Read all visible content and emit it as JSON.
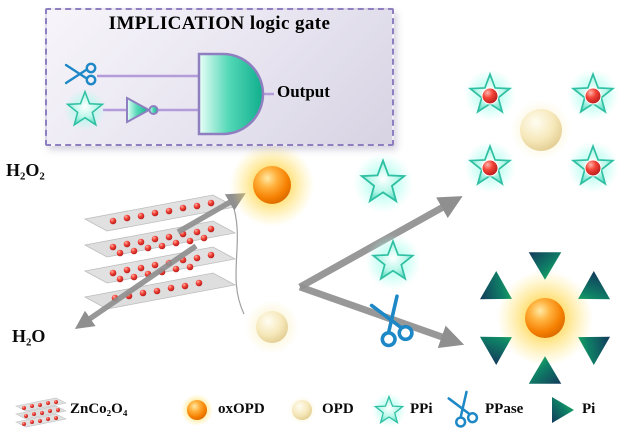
{
  "logic_box": {
    "title": "IMPLICATION logic gate",
    "output_label": "Output"
  },
  "labels": {
    "reactant": "H₂O₂",
    "product": "H₂O"
  },
  "legend": {
    "items": [
      {
        "id": "znco2o4",
        "icon": "nanosheet-stack-icon",
        "label": "ZnCo₂O₄"
      },
      {
        "id": "oxopd",
        "icon": "orange-glow-sphere-icon",
        "label": "oxOPD"
      },
      {
        "id": "opd",
        "icon": "pale-sphere-icon",
        "label": "OPD"
      },
      {
        "id": "ppi",
        "icon": "teal-star-icon",
        "label": "PPi"
      },
      {
        "id": "ppase",
        "icon": "scissors-icon",
        "label": "PPase"
      },
      {
        "id": "pi",
        "icon": "teal-triangle-icon",
        "label": "Pi"
      }
    ]
  },
  "colors": {
    "wire_purple": "#b49bd9",
    "box_border_purple": "#8f7fc0",
    "gate_teal": "#18b89a",
    "star_teal": "#49d9bd",
    "oxopd_orange": "#f57f00",
    "opd_pale_yellow": "#f2e3ae",
    "dot_red": "#e53935",
    "arrow_gray": "#8f8f8f",
    "scissors_blue": "#1e88c7"
  }
}
